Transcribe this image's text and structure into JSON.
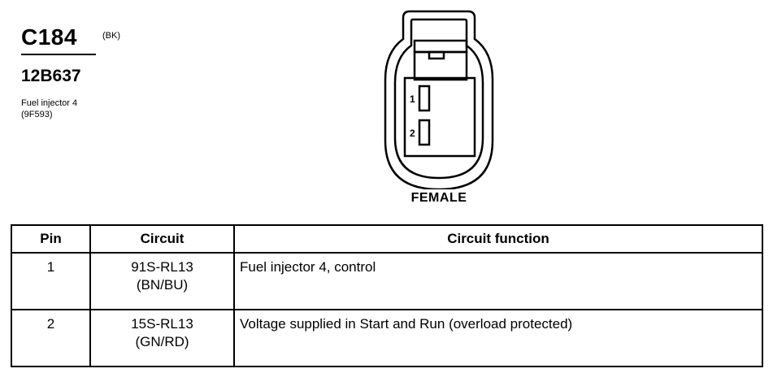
{
  "connector": {
    "id": "C184",
    "color": "(BK)",
    "part_number": "12B637",
    "description": "Fuel injector 4",
    "description_code": "(9F593)"
  },
  "diagram": {
    "view_label": "FEMALE",
    "pin_labels": [
      "1",
      "2"
    ]
  },
  "table": {
    "headers": [
      "Pin",
      "Circuit",
      "Circuit function"
    ],
    "rows": [
      {
        "pin": "1",
        "circuit": "91S-RL13",
        "wire_color": "(BN/BU)",
        "function": "Fuel injector 4, control"
      },
      {
        "pin": "2",
        "circuit": "15S-RL13",
        "wire_color": "(GN/RD)",
        "function": "Voltage supplied in Start and Run (overload protected)"
      }
    ]
  }
}
